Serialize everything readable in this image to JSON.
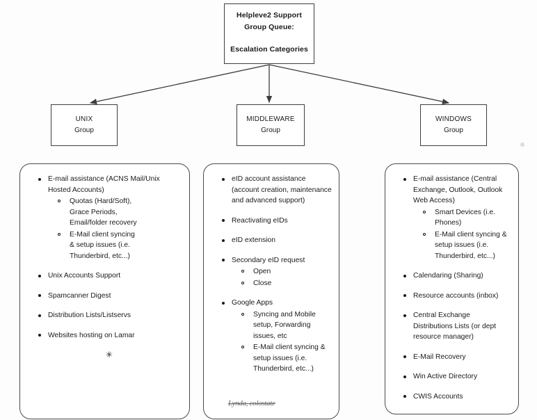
{
  "diagram": {
    "root": {
      "line1": "Helpleve2 Support",
      "line2": "Group Queue:",
      "line3": "Escalation Categories"
    },
    "groups": [
      {
        "name": "UNIX",
        "sub": "Group"
      },
      {
        "name": "MIDDLEWARE",
        "sub": "Group"
      },
      {
        "name": "WINDOWS",
        "sub": "Group"
      }
    ],
    "panels": {
      "unix": {
        "items": [
          {
            "text": "E-mail assistance (ACNS Mail/Unix Hosted Accounts)",
            "sub": [
              "Quotas (Hard/Soft), Grace Periods, Email/folder recovery",
              "E-Mail client syncing & setup issues (i.e. Thunderbird, etc...)"
            ]
          },
          {
            "text": "Unix Accounts Support",
            "sub": []
          },
          {
            "text": "Spamcanner Digest",
            "sub": []
          },
          {
            "text": "Distribution Lists/Listservs",
            "sub": []
          },
          {
            "text": "Websites hosting on Lamar",
            "sub": []
          }
        ]
      },
      "middleware": {
        "items": [
          {
            "text": "eID account assistance (account creation, maintenance and advanced support)",
            "sub": []
          },
          {
            "text": "Reactivating eIDs",
            "sub": []
          },
          {
            "text": "eID extension",
            "sub": []
          },
          {
            "text": "Secondary eID request",
            "sub": [
              "Open",
              "Close"
            ]
          },
          {
            "text": "Google Apps",
            "sub": [
              "Syncing and Mobile setup, Forwarding issues, etc",
              "E-Mail client syncing & setup issues (i.e. Thunderbird, etc...)"
            ]
          }
        ]
      },
      "windows": {
        "items": [
          {
            "text": "E-mail assistance (Central Exchange, Outlook, Outlook Web Access)",
            "sub": [
              "Smart Devices (i.e. Phones)",
              "E-Mail client syncing & setup issues (i.e. Thunderbird, etc...)"
            ]
          },
          {
            "text": "Calendaring (Sharing)",
            "sub": []
          },
          {
            "text": "Resource accounts (inbox)",
            "sub": []
          },
          {
            "text": "Central Exchange Distributions Lists (or dept resource manager)",
            "sub": []
          },
          {
            "text": "E-Mail Recovery",
            "sub": []
          },
          {
            "text": "Win Active Directory",
            "sub": []
          },
          {
            "text": "CWIS Accounts",
            "sub": []
          }
        ]
      }
    },
    "annotations": {
      "asterisk_mark": "✳",
      "handwritten_note": "Lynda, colostate"
    },
    "colors": {
      "line": "#3d3d3d",
      "text": "#1a1a1a",
      "background": "#fdfdfd"
    }
  }
}
